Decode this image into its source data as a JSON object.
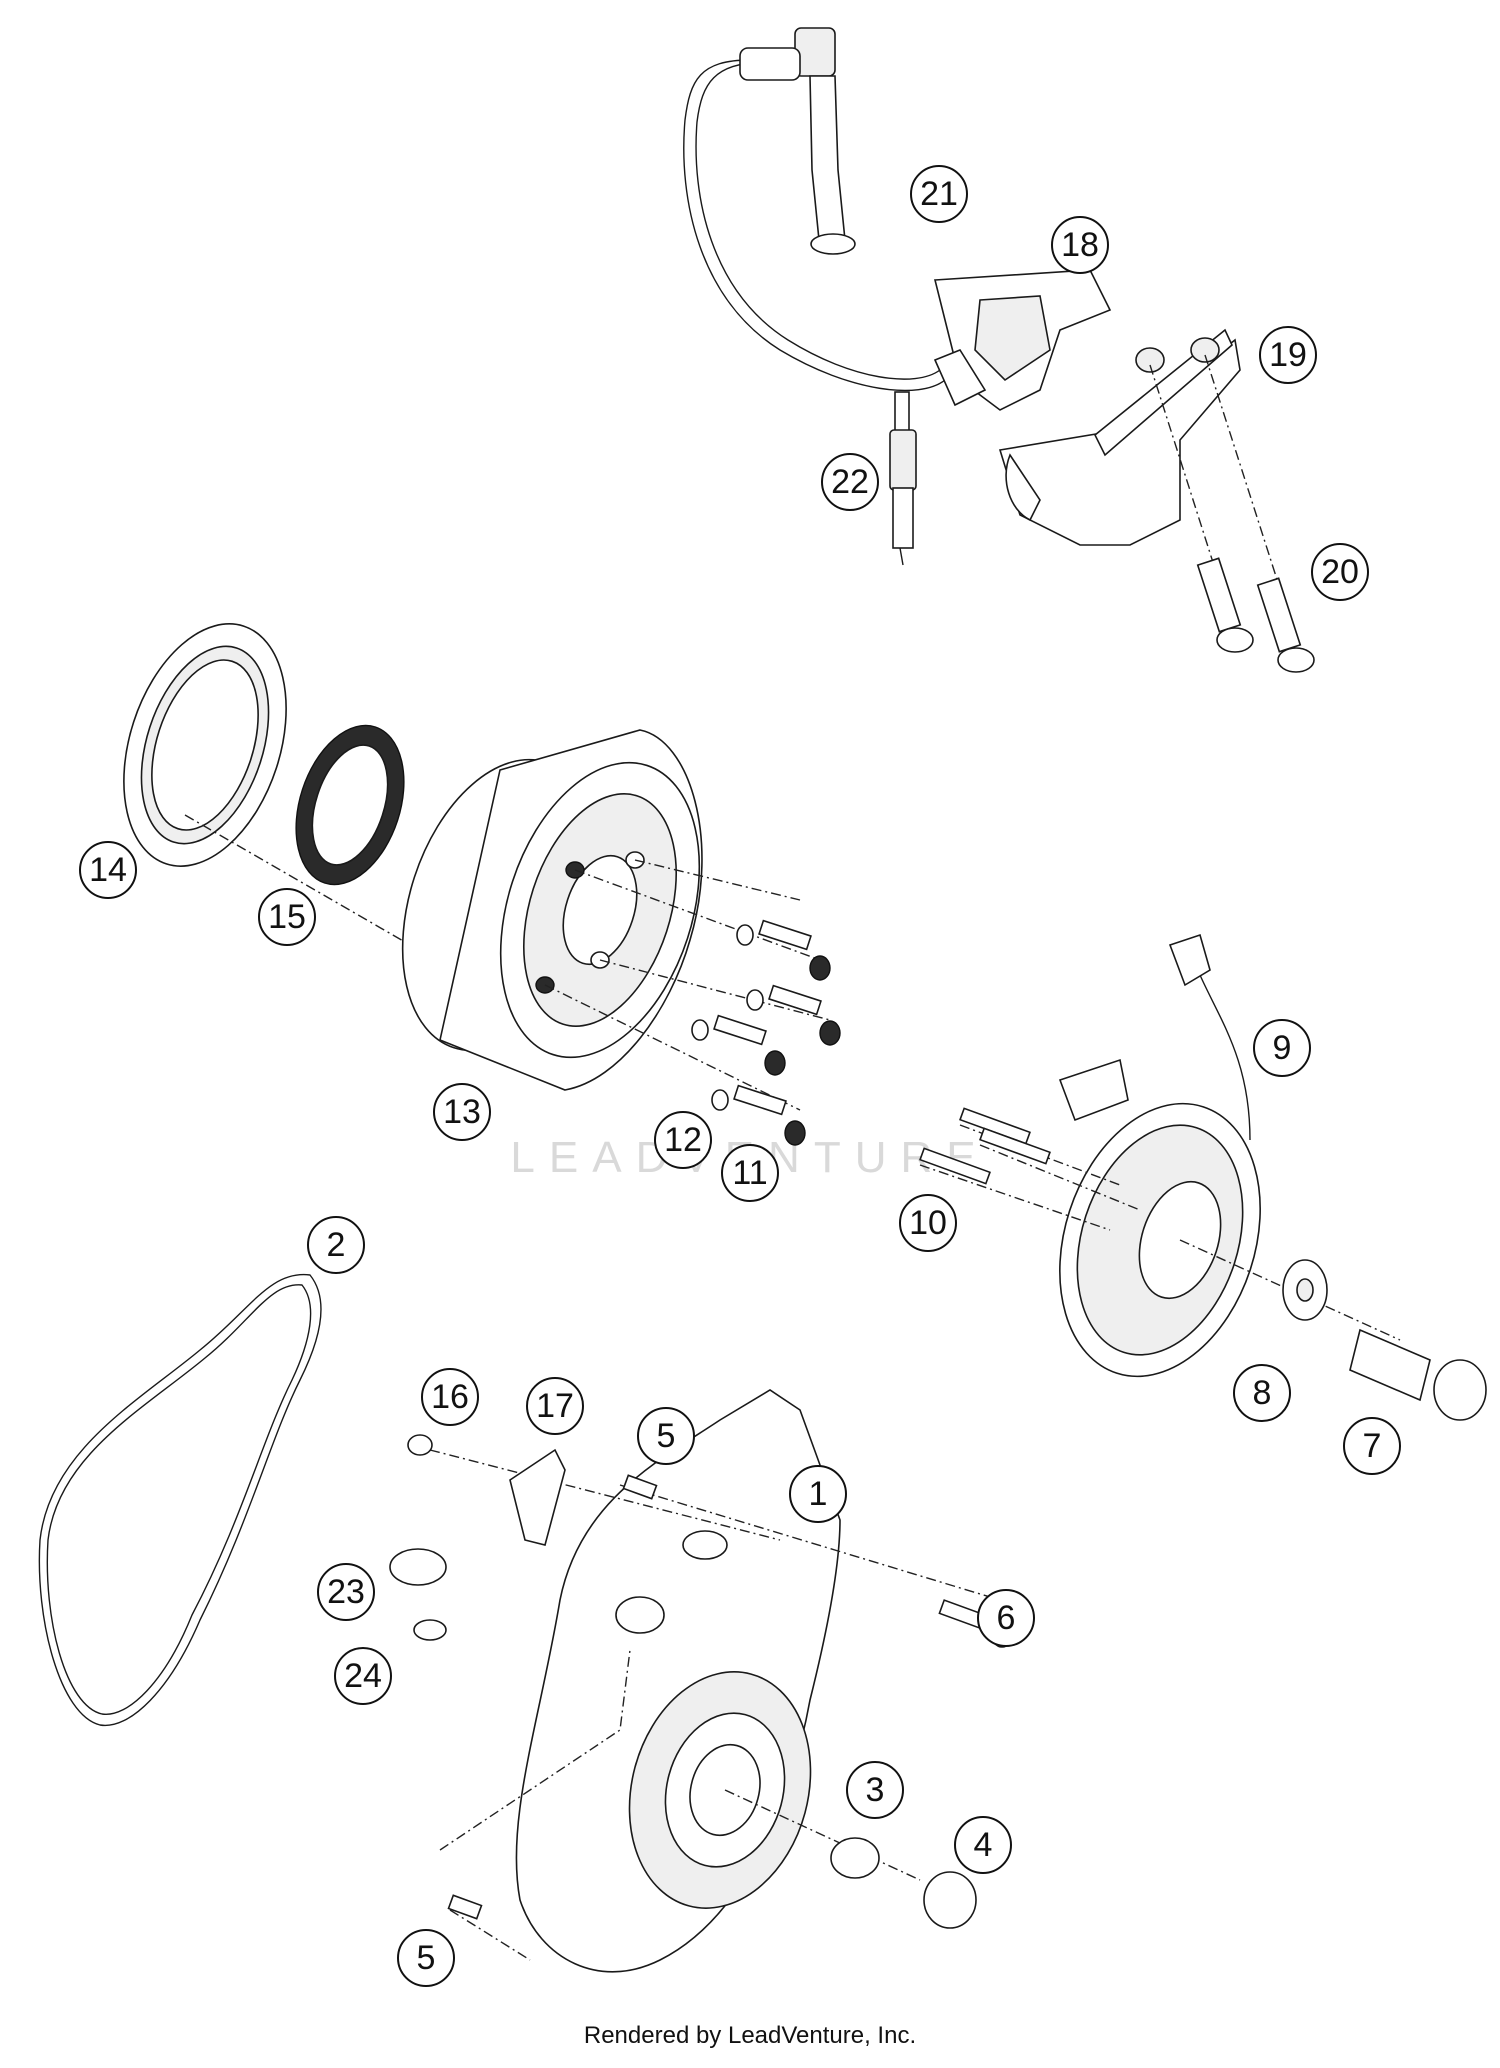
{
  "watermark": "LEADVENTURE",
  "credit": "Rendered by LeadVenture, Inc.",
  "callouts": {
    "c1": "1",
    "c2": "2",
    "c3": "3",
    "c4": "4",
    "c5a": "5",
    "c5b": "5",
    "c6": "6",
    "c7": "7",
    "c8": "8",
    "c9": "9",
    "c10": "10",
    "c11": "11",
    "c12": "12",
    "c13": "13",
    "c14": "14",
    "c15": "15",
    "c16": "16",
    "c17": "17",
    "c18": "18",
    "c19": "19",
    "c20": "20",
    "c21": "21",
    "c22": "22",
    "c23": "23",
    "c24": "24"
  }
}
